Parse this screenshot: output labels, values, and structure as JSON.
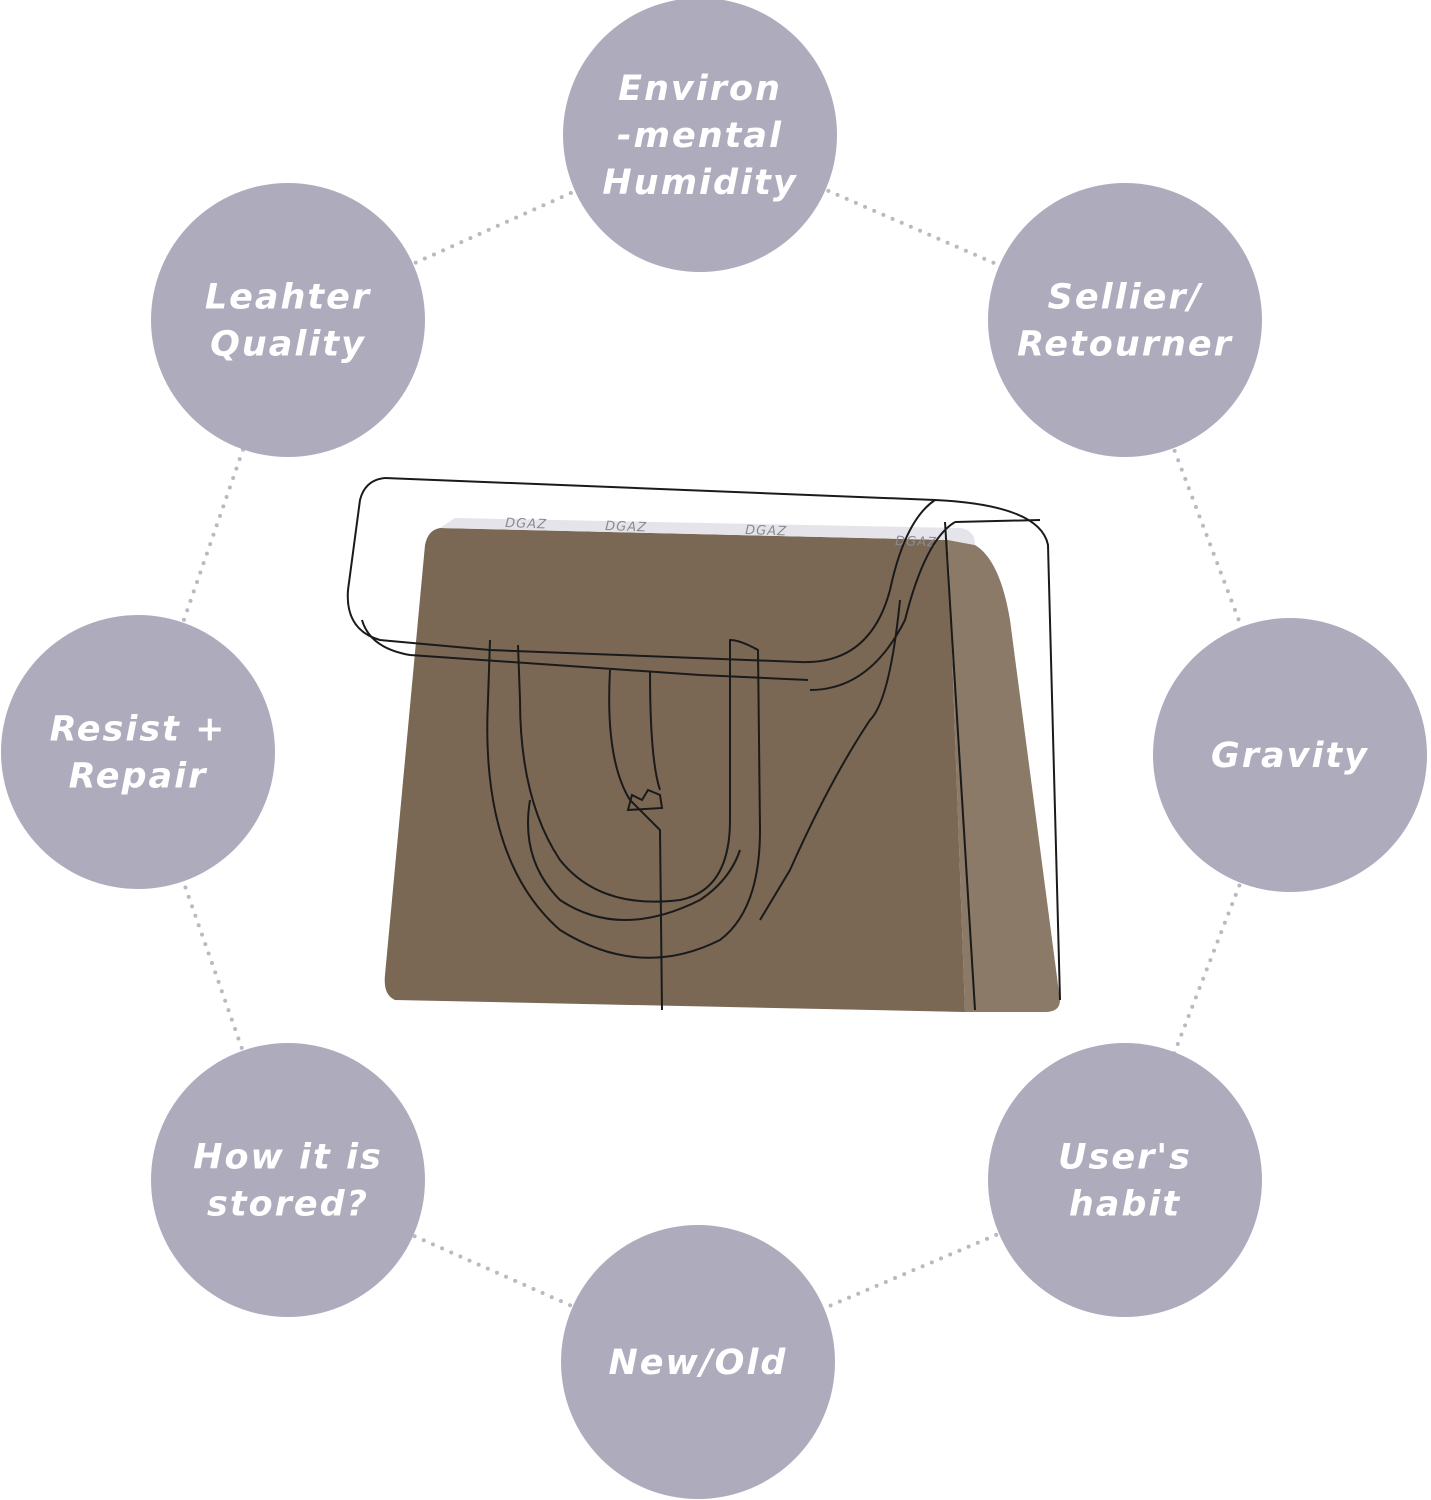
{
  "colors": {
    "circle": "#aeabbd",
    "dots": "#b9b9c2",
    "bag_front": "#7d6b58",
    "bag_side": "#8b7a68",
    "bag_top": "#e4e4ea",
    "outline": "#1a1a1a"
  },
  "factors": [
    {
      "lines": [
        "Environ",
        "-mental",
        "Humidity"
      ]
    },
    {
      "lines": [
        "Sellier/",
        "Retourner"
      ]
    },
    {
      "lines": [
        "Gravity"
      ]
    },
    {
      "lines": [
        "User's",
        "habit"
      ]
    },
    {
      "lines": [
        "New/Old"
      ]
    },
    {
      "lines": [
        "How it is",
        "stored?"
      ]
    },
    {
      "lines": [
        "Resist +",
        "Repair"
      ]
    },
    {
      "lines": [
        "Leahter",
        "Quality"
      ]
    }
  ],
  "bag": {
    "logo_text": "DGAZ"
  }
}
